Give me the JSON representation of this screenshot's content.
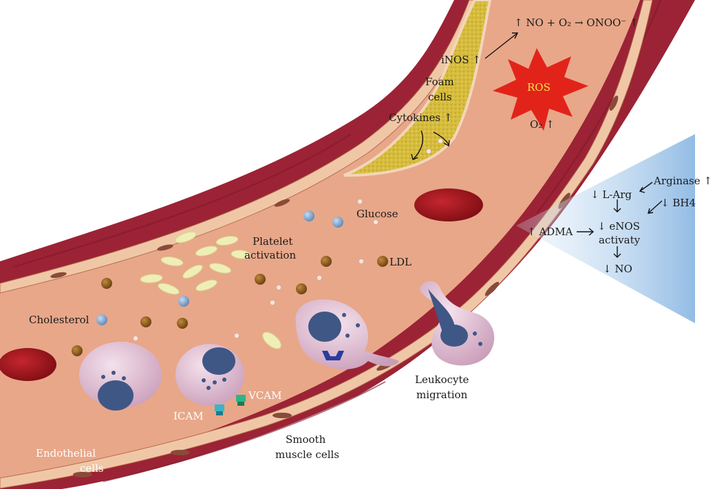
{
  "labels": {
    "reaction": "↑ NO + O₂ → ONOO⁻ ↑",
    "inos": "iNOS ↑",
    "foam_line1": "Foam",
    "foam_line2": "cells",
    "ros": "ROS",
    "o2": "O₂ ↑",
    "cytokines": "Cytokines ↑",
    "glucose": "Glucose",
    "platelet_line1": "Platelet",
    "platelet_line2": "activation",
    "ldl": "LDL",
    "cholesterol": "Cholesterol",
    "icam": "ICAM",
    "vcam": "VCAM",
    "leukocyte_line1": "Leukocyte",
    "leukocyte_line2": "migration",
    "smooth_line1": "Smooth",
    "smooth_line2": "muscle cells",
    "endo_line1": "Endothelial",
    "endo_line2": "cells",
    "arginase": "Arginase ↑",
    "larg": "↓ L-Arg",
    "bh4": "↓ BH4",
    "adma": "↑ ADMA",
    "enos_line1": "↓ eNOS",
    "enos_line2": "activaty",
    "no_down": "↓ NO"
  },
  "colors": {
    "vessel_wall": "#9b2335",
    "lumen": "#e8a789",
    "plaque": "#d8c049",
    "ros": "#e2231a",
    "rbc": "#a3141c",
    "leukocyte": "#e9c7da",
    "nucleus": "#3f5785",
    "ldl": "#8a5a1e",
    "cholesterol": "#7a9ec9",
    "platelet": "#efeeb7",
    "inset_blue": "#a9c9ea"
  }
}
